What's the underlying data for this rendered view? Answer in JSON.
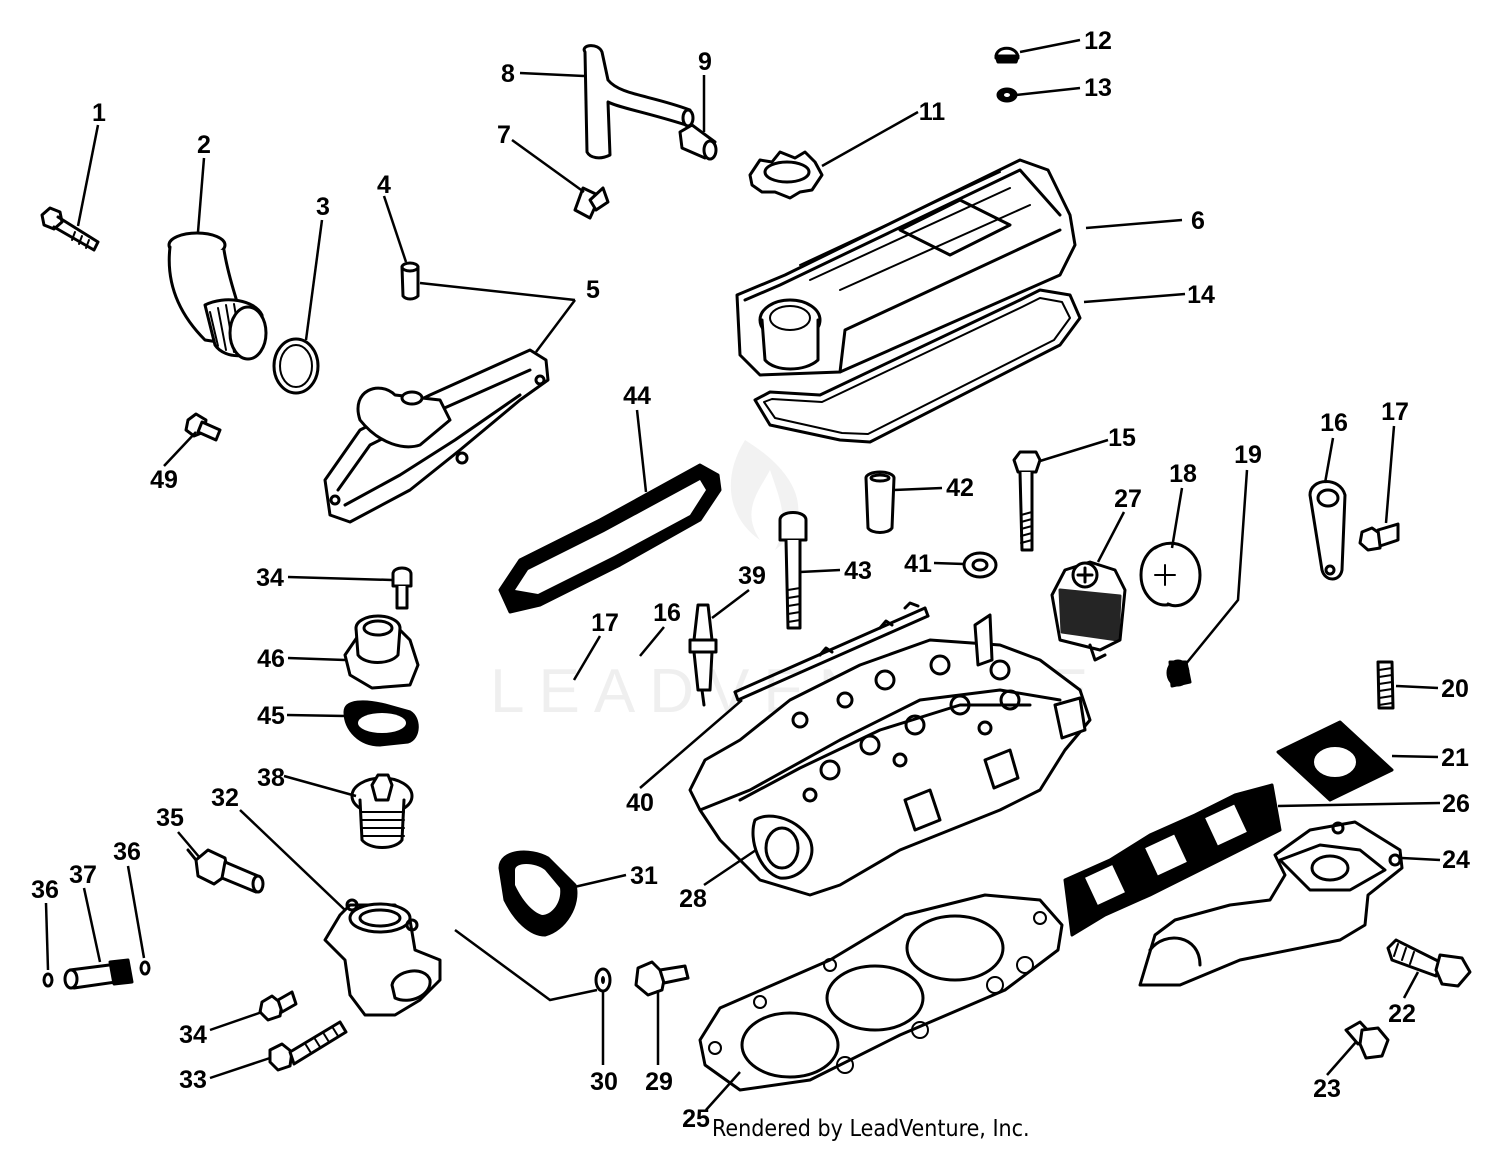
{
  "credit": "Rendered by LeadVenture, Inc.",
  "watermark": "LEADVENTURE",
  "callouts": [
    "1",
    "2",
    "3",
    "4",
    "5",
    "6",
    "7",
    "8",
    "9",
    "11",
    "12",
    "13",
    "14",
    "15",
    "16",
    "16",
    "17",
    "17",
    "18",
    "19",
    "20",
    "21",
    "22",
    "23",
    "24",
    "25",
    "26",
    "27",
    "28",
    "29",
    "30",
    "31",
    "32",
    "33",
    "34",
    "34",
    "35",
    "36",
    "36",
    "37",
    "38",
    "39",
    "40",
    "41",
    "42",
    "43",
    "44",
    "45",
    "46",
    "49"
  ]
}
